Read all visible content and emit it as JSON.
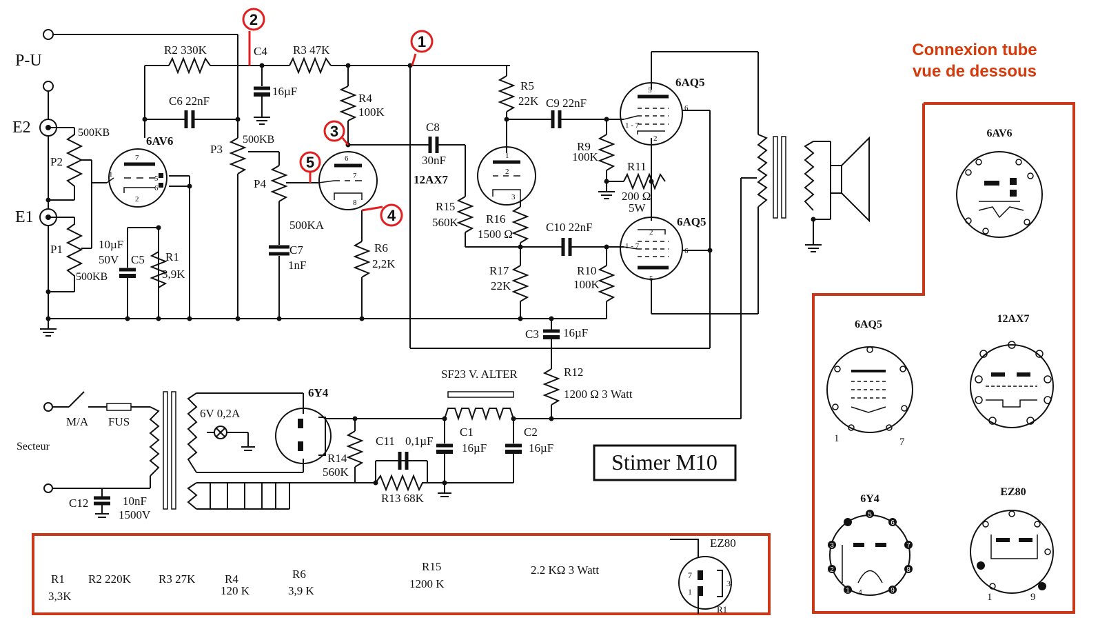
{
  "title": "Stimer M10",
  "pinout": {
    "line1": "Connexion tube",
    "line2": "vue de dessous",
    "tubes": [
      {
        "name": "6AV6"
      },
      {
        "name": "6AQ5",
        "pins": [
          "1",
          "7"
        ]
      },
      {
        "name": "12AX7"
      },
      {
        "name": "6Y4",
        "pins": [
          "1",
          "2",
          "3",
          "4",
          "5",
          "6",
          "7",
          "8",
          "9"
        ]
      },
      {
        "name": "EZ80",
        "pins": [
          "1",
          "9"
        ]
      }
    ]
  },
  "inputs": {
    "pu": "P-U",
    "e2": "E2",
    "e1": "E1"
  },
  "tube_labels": {
    "t1": "6AV6",
    "t2": "12AX7",
    "t3": "6AQ5",
    "t4": "6AQ5",
    "t5": "6Y4"
  },
  "components": {
    "r2": "R2  330K",
    "c4": "C4",
    "r3": "R3  47K",
    "c6": "C6  22nF",
    "c4v": "16µF",
    "p2v": "500KB",
    "p2": "P2",
    "p3": "P3",
    "p3v": "500KB",
    "p1": "P1",
    "p1v": "500KB",
    "r4": "R4",
    "r4v": "100K",
    "c8": "C8",
    "c8v": "30nF",
    "p4": "P4",
    "p4v": "500KA",
    "c7": "C7",
    "c7v": "1nF",
    "r6": "R6",
    "r6v": "2,2K",
    "c5v1": "10µF",
    "c5v2": "50V",
    "c5": "C5",
    "r1": "R1",
    "r1v": "3,9K",
    "r5": "R5",
    "r5v": "22K",
    "c9": "C9  22nF",
    "r9": "R9",
    "r9v": "100K",
    "r11": "R11",
    "r11v": "200 Ω",
    "r11w": "5W",
    "r15": "R15",
    "r15v": "560K",
    "r16": "R16",
    "r16v": "1500 Ω",
    "c10": "C10  22nF",
    "r17": "R17",
    "r17v": "22K",
    "r10": "R10",
    "r10v": "100K",
    "c3": "C3",
    "c3v": "16µF",
    "r12": "R12",
    "r12v": "1200 Ω   3 Watt",
    "sf23": "SF23 V. ALTER",
    "lamp": "6V 0,2A",
    "c1": "C1",
    "c1v": "16µF",
    "c2": "C2",
    "c2v": "16µF",
    "c11": "C11",
    "c11v": "0,1µF",
    "r14": "R14",
    "r14v": "560K",
    "r13": "R13  68K",
    "ma": "M/A",
    "fus": "FUS",
    "secteur": "Secteur",
    "c12": "C12",
    "c12v1": "10nF",
    "c12v2": "1500V"
  },
  "pin_numbers": {
    "a1": "7",
    "a2": "1",
    "a3": "5",
    "a4": "6",
    "a5": "2",
    "b1": "6",
    "b2": "7",
    "b3": "8",
    "b4": "1",
    "b5": "2",
    "b6": "3",
    "c1": "5",
    "c2": "6",
    "c3": "1 - 7",
    "c4": "2",
    "d1": "2",
    "d2": "6",
    "d3": "1 - 7",
    "d4": "5"
  },
  "markers": [
    "1",
    "2",
    "3",
    "4",
    "5"
  ],
  "modifications": {
    "items": [
      "R1",
      "3,3K",
      "R2  220K",
      "R3   27K",
      "R4",
      "120 K",
      "R6",
      "3,9 K",
      "R15",
      "1200 K",
      "2.2 KΩ  3 Watt"
    ],
    "ez80": "EZ80",
    "ez_pins": [
      "7",
      "1",
      "3"
    ],
    "r_label": "R1"
  },
  "colors": {
    "accent": "#c8391a",
    "ink": "#111111",
    "marker": "#e02020"
  }
}
